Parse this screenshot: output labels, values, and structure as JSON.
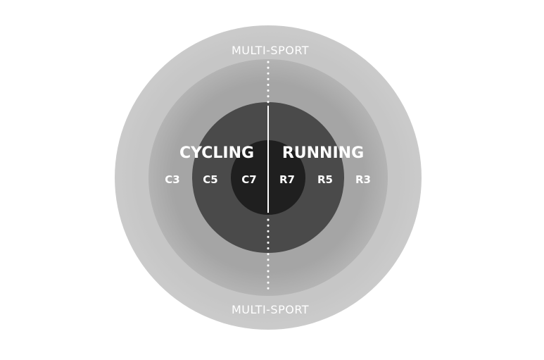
{
  "outer_ring": {
    "top_label": "MULTI-SPORT",
    "bottom_label": "MULTI-SPORT"
  },
  "left": {
    "title": "CYCLING",
    "levels": [
      "C3",
      "C5",
      "C7"
    ]
  },
  "right": {
    "title": "RUNNING",
    "levels": [
      "R7",
      "R5",
      "R3"
    ]
  },
  "colors": {
    "outer_ring": "#c7c7c7",
    "middle_ring": "#a3a3a3",
    "inner_ring": "#4a4a4a",
    "core": "#1f1f1f",
    "label_text": "#ffffff"
  }
}
